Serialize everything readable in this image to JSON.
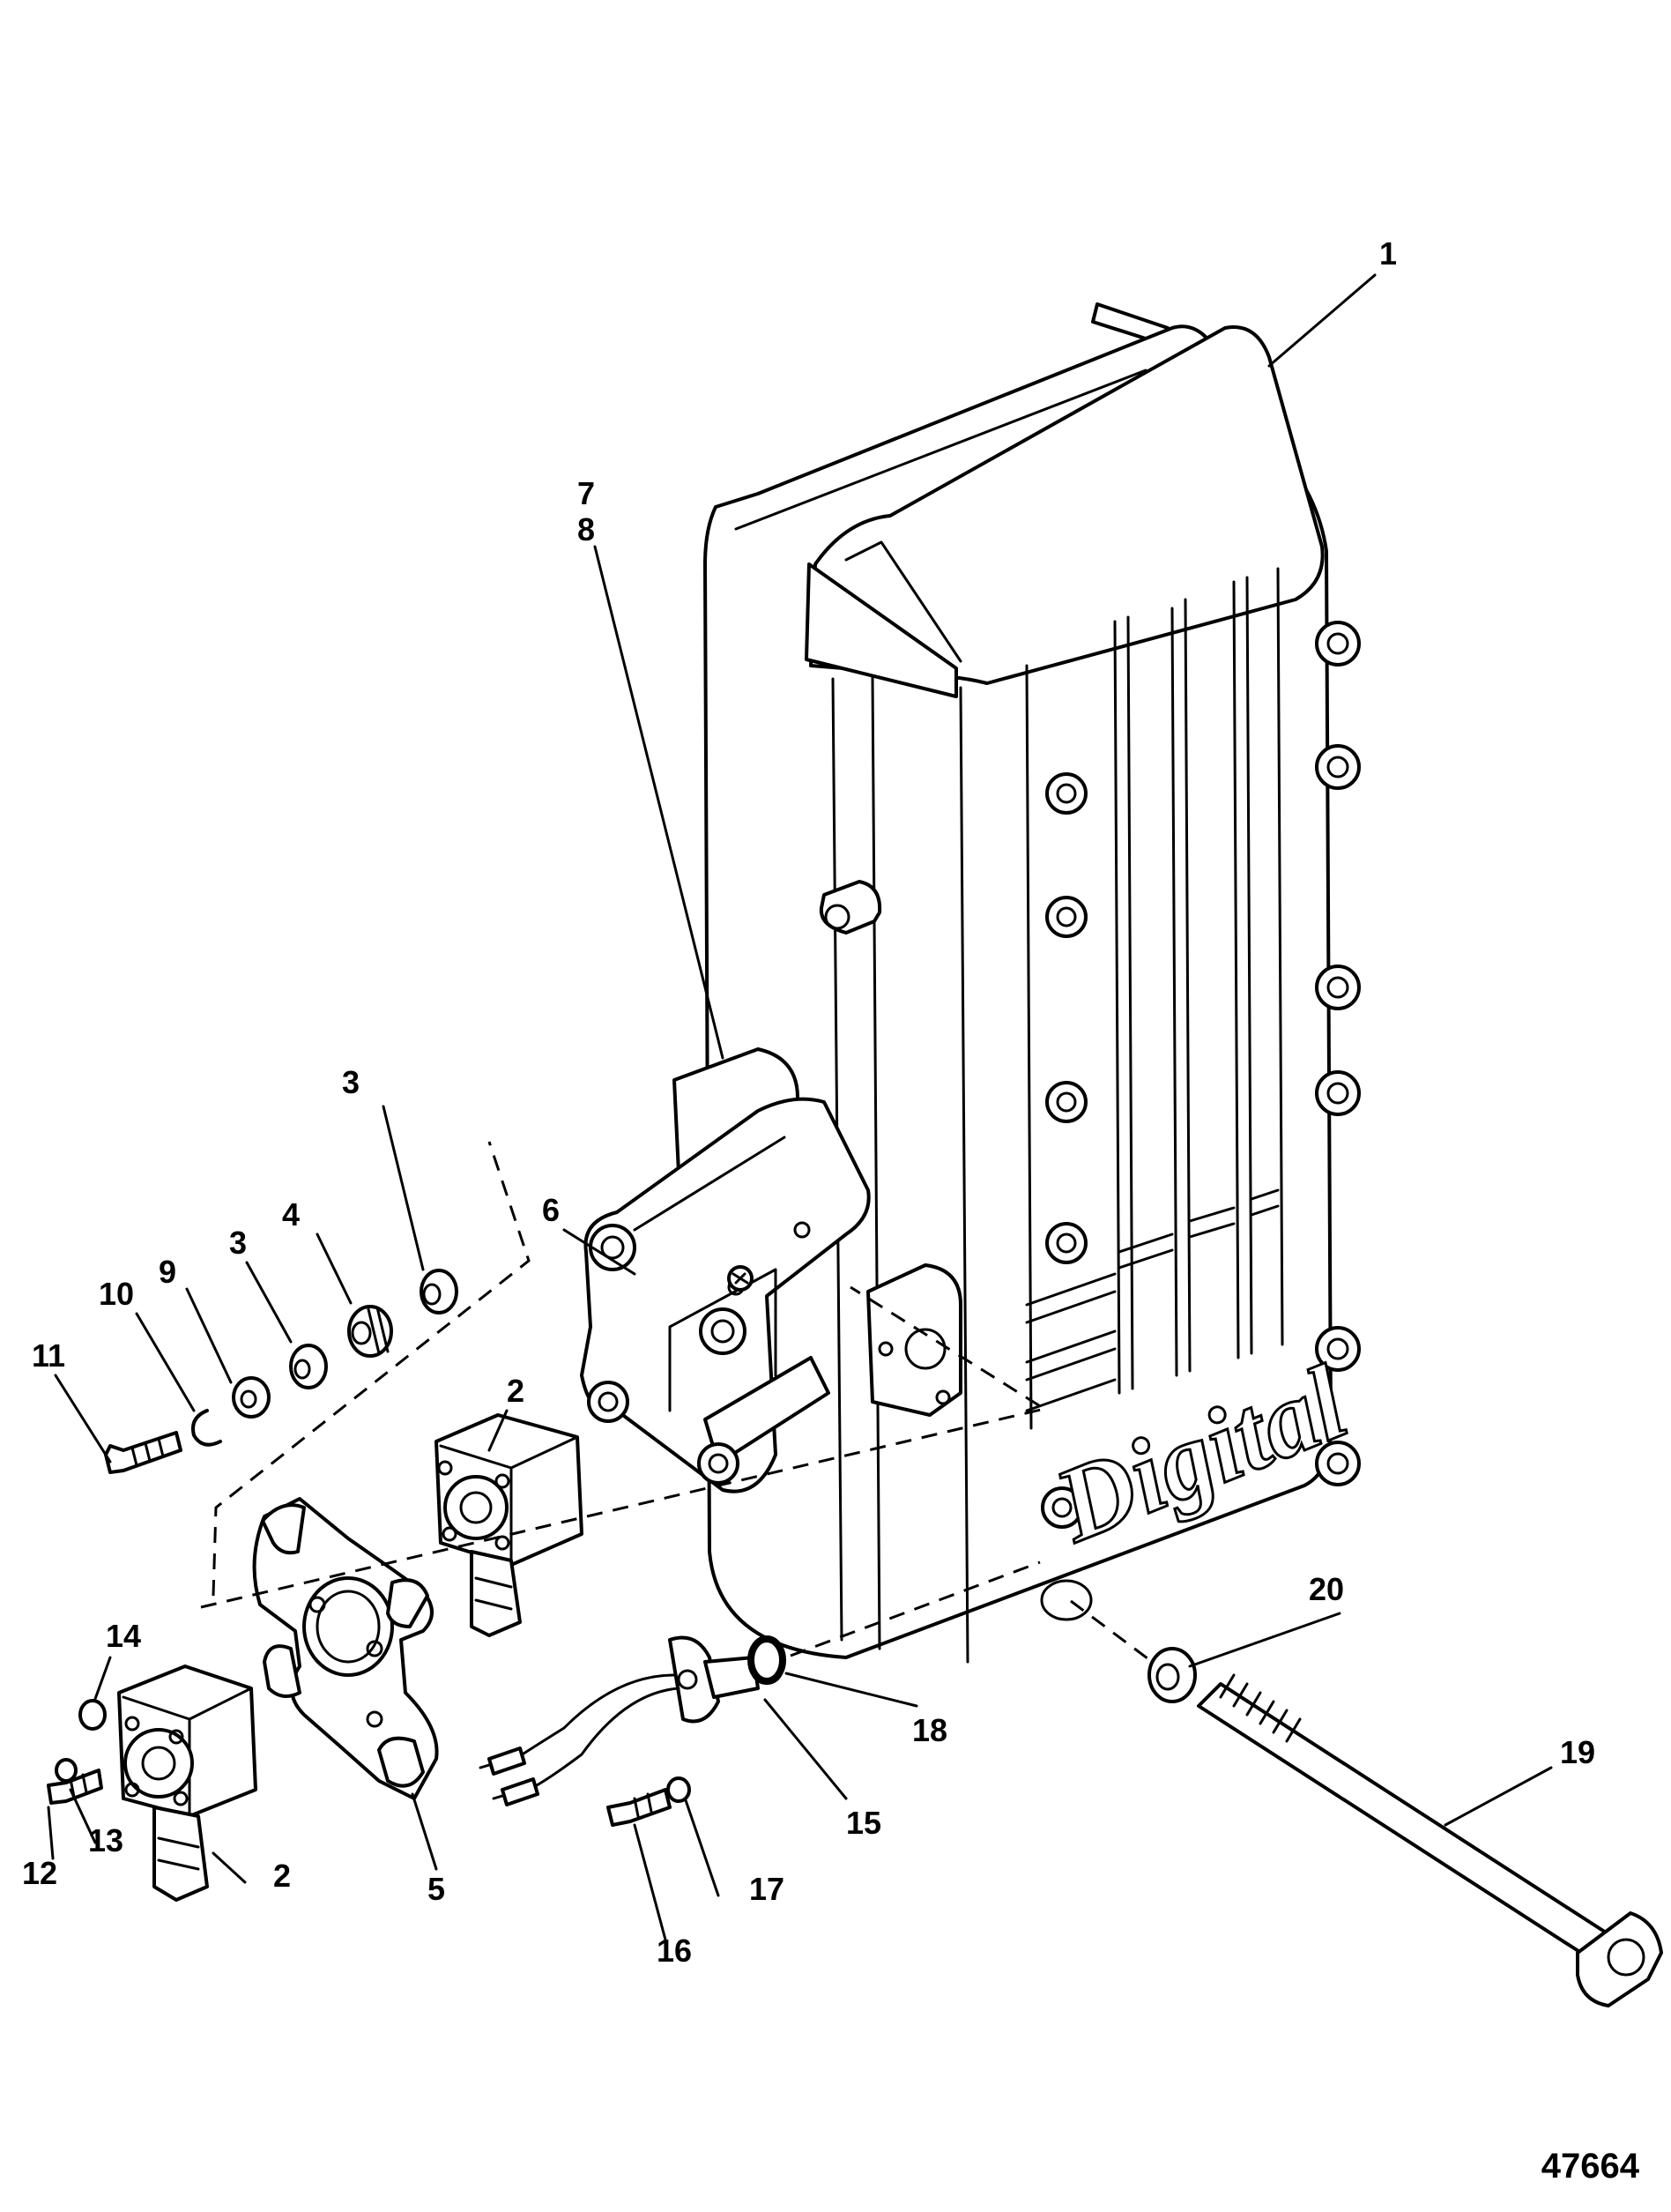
{
  "figure": {
    "number": "47664",
    "logo_text": "Digital"
  },
  "callouts": {
    "c1": "1",
    "c2a": "2",
    "c2b": "2",
    "c3a": "3",
    "c3b": "3",
    "c4": "4",
    "c5": "5",
    "c6": "6",
    "c7": "7",
    "c8": "8",
    "c9": "9",
    "c10": "10",
    "c11": "11",
    "c12": "12",
    "c13": "13",
    "c14": "14",
    "c15": "15",
    "c16": "16",
    "c17": "17",
    "c18": "18",
    "c19": "19",
    "c20": "20"
  }
}
